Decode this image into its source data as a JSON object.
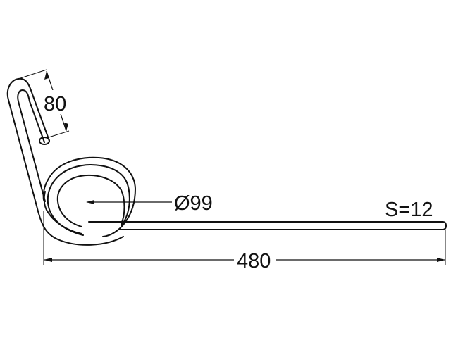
{
  "dimensions": {
    "leg_length": "80",
    "coil_diameter": "Ø99",
    "overall_length": "480",
    "wire_thickness": "S=12"
  }
}
